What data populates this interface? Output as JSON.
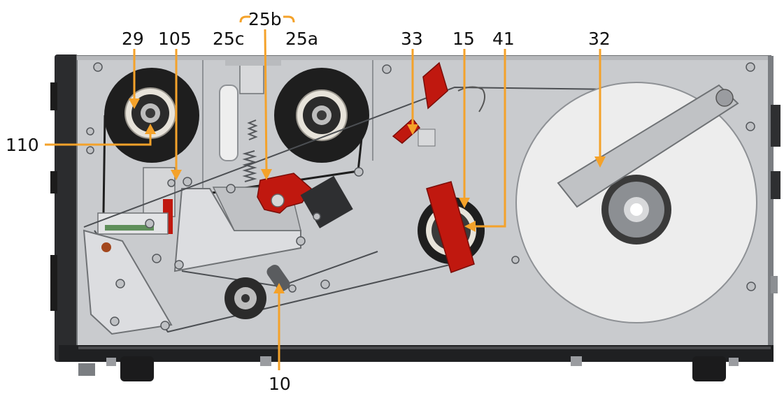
{
  "labels": {
    "l29": "29",
    "l105": "105",
    "l25c": "25c",
    "l25b": "25b",
    "l25a": "25a",
    "l33": "33",
    "l15": "15",
    "l41": "41",
    "l32": "32",
    "l110": "110",
    "l10": "10"
  },
  "colors": {
    "callout": "#f4a22a",
    "red_part": "#c0180f",
    "plate": "#c9cbce",
    "frame": "#2b2c2e",
    "roll": "#1e1e1e",
    "label_roll": "#ededed"
  }
}
